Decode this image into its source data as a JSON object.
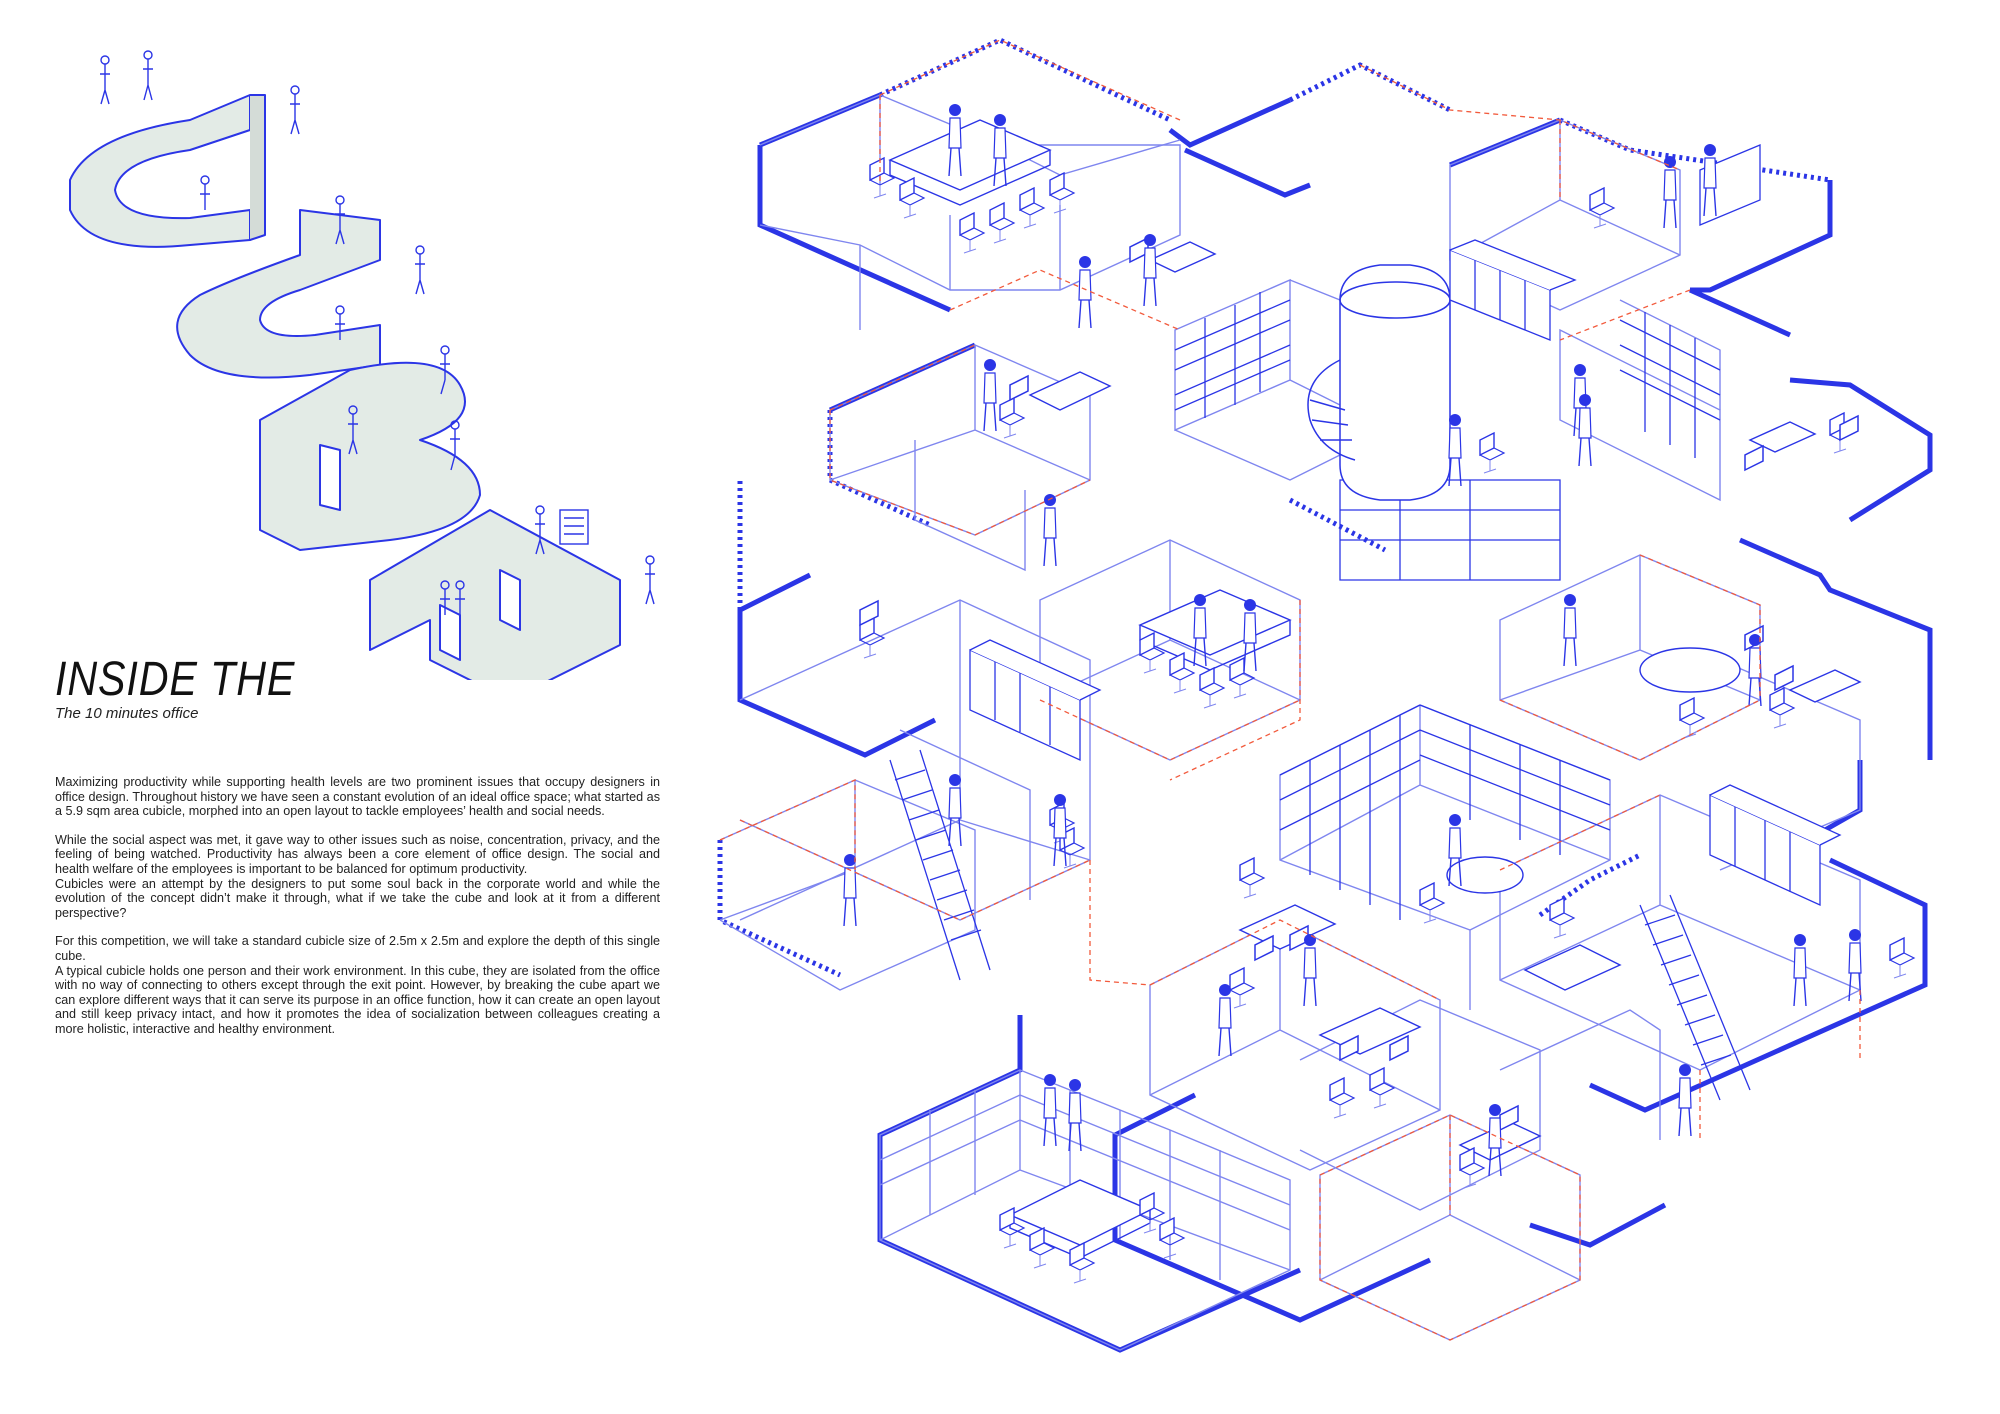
{
  "title": "INSIDE THE",
  "subtitle": "The 10 minutes office",
  "paragraphs": [
    "Maximizing productivity while supporting health levels are two prominent issues that occupy designers in office design. Throughout history we have seen a constant evolution of an ideal office space; what started as a 5.9 sqm area cubicle, morphed into an open layout to tackle employees’ health and social needs.",
    "While the social aspect was met, it gave way to other issues such as noise, concentration, privacy, and the feeling of being watched. Productivity has always been a core element of office design. The social and health welfare of the employees is important to be balanced for optimum productivity.",
    "Cubicles were an attempt by the designers to put some soul back in the corporate world and while the evolution of the concept didn’t make it through, what if we take the cube and look at it from a different perspective?",
    "For this competition, we will take a standard cubicle size of 2.5m x 2.5m and explore the depth of this single cube.",
    "A typical cubicle holds one person and their work environment. In this cube, they are isolated from the office with no way of connecting to others except through the exit point. However, by breaking the cube apart we can explore different ways that it can serve its purpose in an office function, how it can create an open layout and still keep privacy intact, and how it promotes the idea of socialization between colleagues creating a more holistic, interactive and healthy environment."
  ],
  "colors": {
    "line_blue": "#2b35e6",
    "light_blue": "#7f86ef",
    "dash_red": "#f25a3c",
    "logo_fill": "#e3ebe6",
    "text": "#222222"
  }
}
